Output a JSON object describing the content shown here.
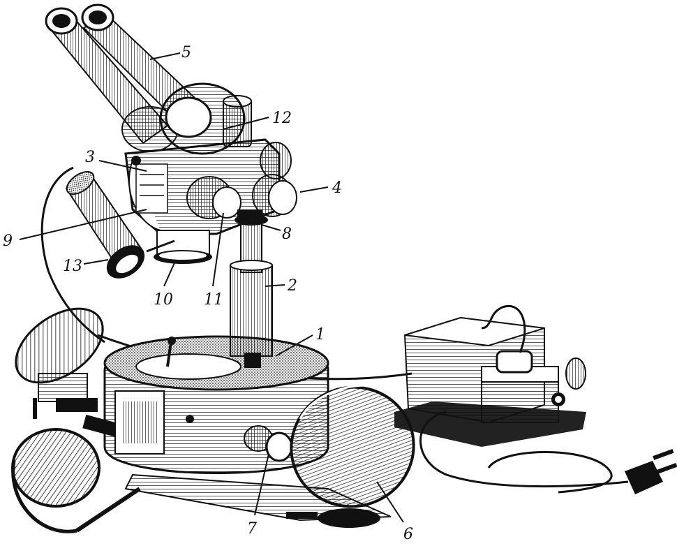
{
  "figure": {
    "callouts": [
      {
        "id": "c1",
        "label": "1"
      },
      {
        "id": "c2",
        "label": "2"
      },
      {
        "id": "c3",
        "label": "3"
      },
      {
        "id": "c4",
        "label": "4"
      },
      {
        "id": "c5",
        "label": "5"
      },
      {
        "id": "c6",
        "label": "6"
      },
      {
        "id": "c7",
        "label": "7"
      },
      {
        "id": "c8",
        "label": "8"
      },
      {
        "id": "c9",
        "label": "9"
      },
      {
        "id": "c10",
        "label": "10"
      },
      {
        "id": "c11",
        "label": "11"
      },
      {
        "id": "c12",
        "label": "12"
      },
      {
        "id": "c13",
        "label": "13"
      }
    ],
    "ink_color": "#111111",
    "paper_color": "#ffffff"
  }
}
